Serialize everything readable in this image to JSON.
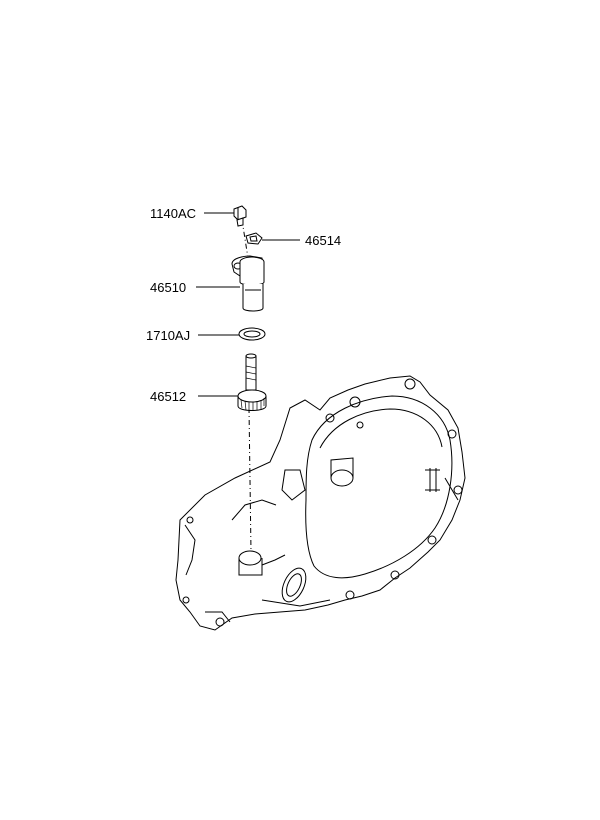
{
  "callouts": [
    {
      "id": "bolt",
      "label": "1140AC"
    },
    {
      "id": "clip",
      "label": "46514"
    },
    {
      "id": "sleeve",
      "label": "46510"
    },
    {
      "id": "oring",
      "label": "1710AJ"
    },
    {
      "id": "gear",
      "label": "46512"
    }
  ]
}
